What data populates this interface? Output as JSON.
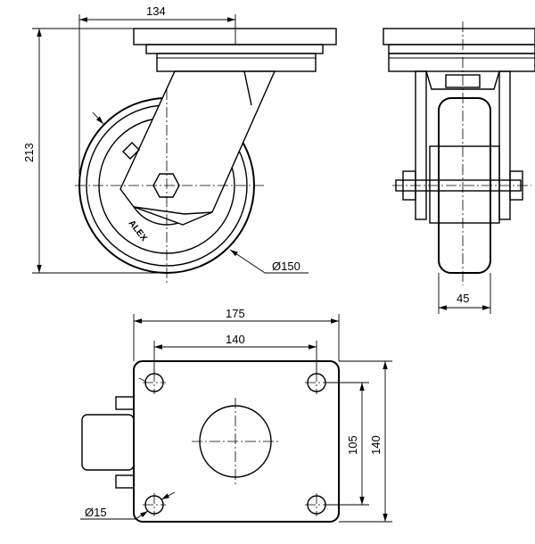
{
  "dimensions": {
    "plate_offset": "134",
    "overall_height": "213",
    "wheel_diameter": "Ø150",
    "wheel_width": "45",
    "plate_width": "175",
    "hole_spacing_x": "140",
    "hole_spacing_y": "105",
    "plate_length": "140",
    "hole_diameter": "Ø15"
  },
  "wheel_brand": "ALEX"
}
